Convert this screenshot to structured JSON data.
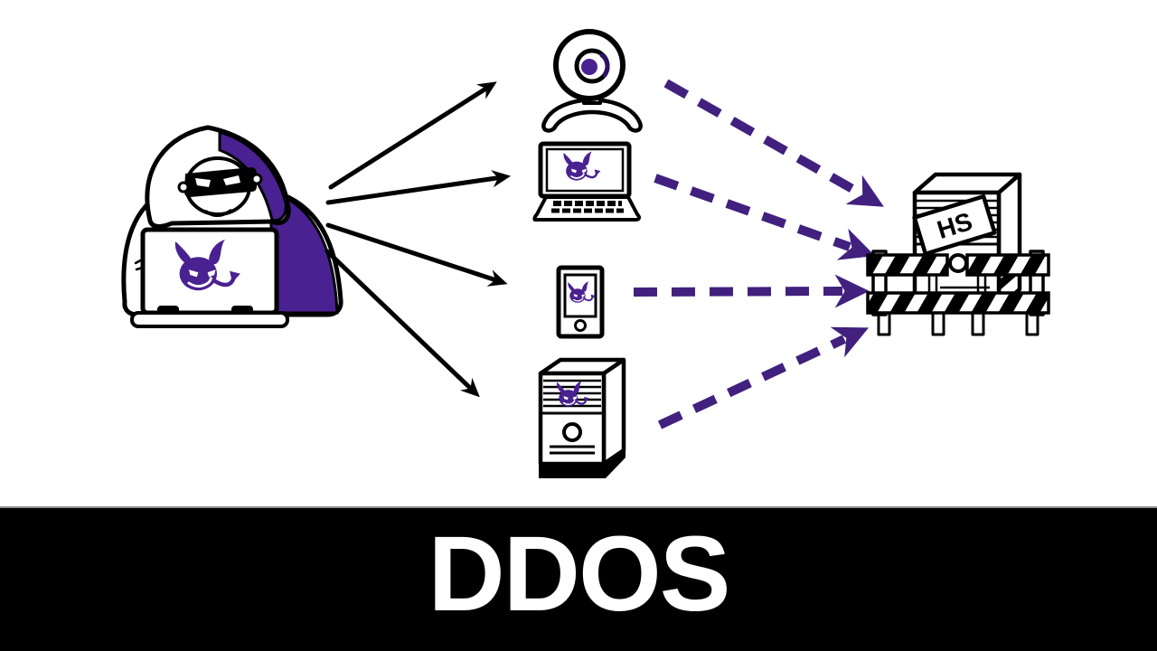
{
  "banner": {
    "title": "DDOS"
  },
  "colors": {
    "purple": "#41207E",
    "devil_purple": "#4A2191",
    "lens_purple": "#2E1166",
    "line_black": "#000000",
    "banner_bg": "#000000",
    "banner_text": "#FFFFFF",
    "canvas_bg": "#FFFFFF"
  },
  "attacker": {
    "icon": "hacker-in-hoodie-icon",
    "laptop_logo": "malware-devil-icon"
  },
  "botnet_devices": [
    {
      "icon": "webcam-icon"
    },
    {
      "icon": "laptop-icon",
      "overlay": "malware-devil-icon"
    },
    {
      "icon": "smartphone-icon",
      "overlay": "malware-devil-icon"
    },
    {
      "icon": "server-tower-icon",
      "overlay": "malware-devil-icon"
    }
  ],
  "target_server": {
    "icon": "server-rack-icon",
    "sign_label": "HS",
    "barricade_icon": "striped-barricade-icon"
  },
  "arrows": {
    "command": {
      "count": 4,
      "style": "solid",
      "color_key": "line_black"
    },
    "attack": {
      "count": 4,
      "style": "dashed",
      "color_key": "purple"
    }
  }
}
